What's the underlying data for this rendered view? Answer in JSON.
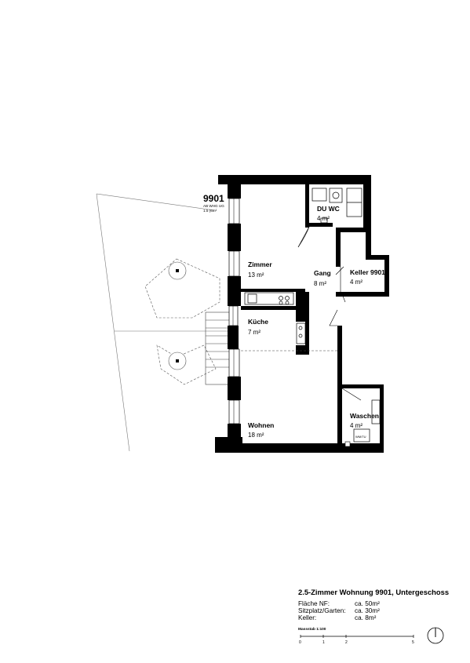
{
  "apartment": {
    "number": "9901",
    "sub1": "AB WHG UG",
    "sub2": "1.5 (6m²"
  },
  "rooms": {
    "du_wc": {
      "name": "DU WC",
      "area": "4 m²"
    },
    "zimmer": {
      "name": "Zimmer",
      "area": "13 m²"
    },
    "gang": {
      "name": "Gang",
      "area": "8 m²"
    },
    "keller": {
      "name": "Keller 9901",
      "area": "4 m²"
    },
    "kueche": {
      "name": "Küche",
      "area": "7 m²"
    },
    "wohnen": {
      "name": "Wohnen",
      "area": "18 m²"
    },
    "waschen": {
      "name": "Waschen",
      "area": "4 m²"
    }
  },
  "fixture_label": "WM/TU",
  "legend": {
    "title": "2.5-Zimmer Wohnung 9901, Untergeschoss",
    "rows": [
      {
        "key": "Fläche NF:",
        "value": "ca. 50m²"
      },
      {
        "key": "Sitzplatz/Garten:",
        "value": "ca. 30m²"
      },
      {
        "key": "Keller:",
        "value": "ca. 8m²"
      }
    ],
    "scale_label": "Massstab 1:100",
    "scale_ticks": [
      "0",
      "1",
      "2",
      "5"
    ]
  },
  "colors": {
    "wall": "#000000",
    "line": "#555555",
    "background": "#ffffff"
  }
}
